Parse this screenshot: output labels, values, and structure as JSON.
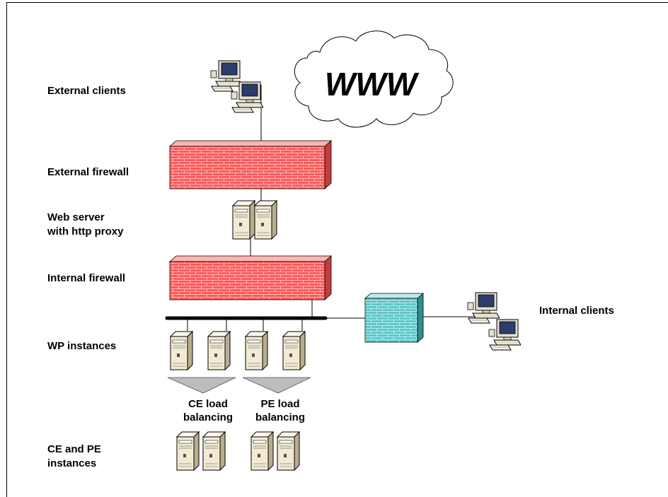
{
  "labels": {
    "external_clients": "External clients",
    "external_firewall": "External firewall",
    "web_server_line1": "Web server",
    "web_server_line2": "with http proxy",
    "internal_firewall": "Internal firewall",
    "wp_instances": "WP instances",
    "ce_pe_line1": "CE and PE",
    "ce_pe_line2": "instances",
    "internal_clients": "Internal clients",
    "ce_load_line1": "CE load",
    "ce_load_line2": "balancing",
    "pe_load_line1": "PE load",
    "pe_load_line2": "balancing"
  },
  "cloud": {
    "text": "WWW"
  },
  "colors": {
    "firewall_red": "#ff5a5a",
    "firewall_mortar": "#ffb8b8",
    "firewall_teal": "#5ec7c7",
    "firewall_teal_mortar": "#b9ecec",
    "server_beige": "#f2ead2",
    "arrow_gray": "#bdbdbd"
  },
  "icons": [
    "cloud-icon",
    "computer-icon",
    "server-icon",
    "firewall-icon",
    "load-balancer-arrow-icon"
  ]
}
